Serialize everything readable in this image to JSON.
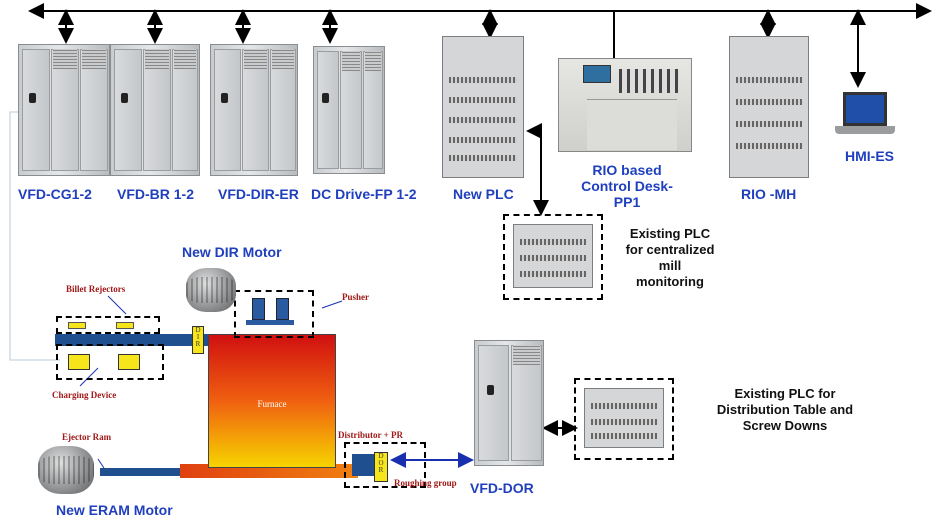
{
  "drives": [
    {
      "label": "VFD-CG1-2"
    },
    {
      "label": "VFD-BR 1-2"
    },
    {
      "label": "VFD-DIR-ER"
    },
    {
      "label": "DC Drive-FP 1-2"
    }
  ],
  "network_nodes": {
    "new_plc": "New PLC",
    "control_desk": "RIO based\nControl Desk-\nPP1",
    "rio_mh": "RIO -MH",
    "hmi_es": "HMI-ES"
  },
  "existing_plc_mill": "Existing  PLC\nfor centralized\nmill\nmonitoring",
  "existing_plc_dist": "Existing   PLC for\nDistribution Table and\nScrew Downs",
  "motors": {
    "dir_motor": "New DIR Motor",
    "eram_motor": "New ERAM Motor"
  },
  "process": {
    "billet_rejectors": "Billet Rejectors",
    "pusher": "Pusher",
    "charging_device": "Charging Device",
    "furnace": "Furnace",
    "ejector_ram": "Ejector Ram",
    "distributor": "Distributor + PR",
    "roughing_group": "Roughing group",
    "dir_tag": "D\nI\nR",
    "dor_tag": "D\nO\nR"
  },
  "vfd_dor": "VFD-DOR",
  "colors": {
    "label_blue": "#1f3fbf",
    "process_red": "#a01818",
    "furnace_top": "#d01010",
    "furnace_bottom": "#f6d400",
    "pipe_blue": "#1f4f8f",
    "tag_yellow": "#f7e51c"
  }
}
